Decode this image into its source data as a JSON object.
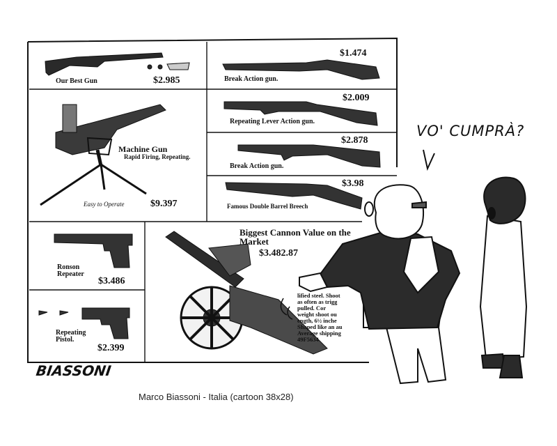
{
  "catalog": {
    "items": [
      {
        "name": "Our Best Gun",
        "price": "$2.985"
      },
      {
        "name": "Break Action gun.",
        "price": "$1.474"
      },
      {
        "name": "Repeating Lever Action gun.",
        "price": "$2.009"
      },
      {
        "name": "Break Action gun.",
        "price": "$2.878"
      },
      {
        "name": "Famous Double Barrel Breech",
        "price": "$3.98"
      },
      {
        "name": "Machine Gun",
        "subtitle": "Rapid Firing, Repeating.",
        "note": "Easy to Operate",
        "price": "$9.397"
      },
      {
        "name": "Ronson Repeater",
        "price": "$3.486"
      },
      {
        "name": "Repeating Pistol.",
        "price": "$2.399"
      },
      {
        "name": "Biggest Cannon Value on the Market",
        "price": "$3.482.87",
        "fine_print": [
          "lified steel. Shoot",
          "as often as trigg",
          "pulled. Cor",
          "weight shoot ou",
          "ength, 6½ inche",
          "Shaped like an au",
          "Average shipping",
          "49F5634"
        ]
      }
    ]
  },
  "speech_bubble": "VO' CUMPRÀ?",
  "signature": "BIASSONI",
  "caption": "Marco Biassoni - Italia (cartoon 38x28)",
  "colors": {
    "ink": "#111111",
    "paper": "#ffffff"
  }
}
